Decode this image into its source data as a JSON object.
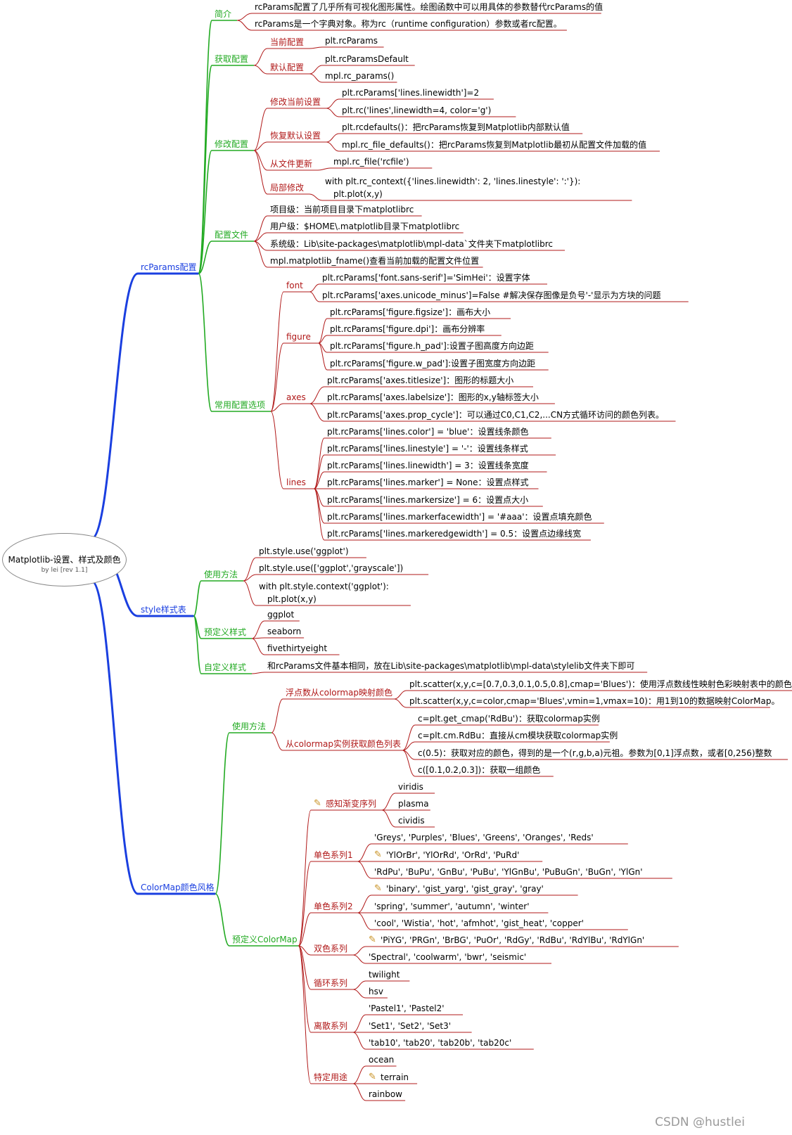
{
  "colors": {
    "blue": "#1a3fe0",
    "green": "#22aa22",
    "dred": "#b01818",
    "text": "#000000",
    "icon": "#c89020"
  },
  "root": {
    "title": "Matplotlib-设置、样式及颜色",
    "subtitle": "by lei [rev 1.1]"
  },
  "icons": {
    "pencil": "brush-pencil-icon"
  },
  "watermark": "CSDN @hustlei",
  "branches": [
    {
      "label": "rcParams配置",
      "children": [
        {
          "label": "简介",
          "children": [
            {
              "label": "rcParams配置了几乎所有可视化图形属性。绘图函数中可以用具体的参数替代rcParams的值"
            },
            {
              "label": "rcParams是一个字典对象。称为rc（runtime configuration）参数或者rc配置。"
            }
          ]
        },
        {
          "label": "获取配置",
          "children": [
            {
              "label": "当前配置",
              "children": [
                {
                  "label": "plt.rcParams"
                }
              ]
            },
            {
              "label": "默认配置",
              "children": [
                {
                  "label": "plt.rcParamsDefault"
                },
                {
                  "label": "mpl.rc_params()"
                }
              ]
            }
          ]
        },
        {
          "label": "修改配置",
          "children": [
            {
              "label": "修改当前设置",
              "children": [
                {
                  "label": "plt.rcParams['lines.linewidth']=2"
                },
                {
                  "label": "plt.rc('lines',linewidth=4, color='g')"
                }
              ]
            },
            {
              "label": "恢复默认设置",
              "children": [
                {
                  "label": "plt.rcdefaults()：把rcParams恢复到Matplotlib内部默认值"
                },
                {
                  "label": "mpl.rc_file_defaults()：把rcParams恢复到Matplotlib最初从配置文件加载的值"
                }
              ]
            },
            {
              "label": "从文件更新",
              "children": [
                {
                  "label": "mpl.rc_file('rcfile')"
                }
              ]
            },
            {
              "label": "局部修改",
              "children": [
                {
                  "label": "with plt.rc_context({'lines.linewidth': 2, 'lines.linestyle': ':'}):",
                  "label2": "plt.plot(x,y)"
                }
              ]
            }
          ]
        },
        {
          "label": "配置文件",
          "children": [
            {
              "label": "项目级：当前项目目录下matplotlibrc"
            },
            {
              "label": "用户级：$HOME\\.matplotlib目录下matplotlibrc"
            },
            {
              "label": "系统级：Lib\\site-packages\\matplotlib\\mpl-data`文件夹下matplotlibrc"
            },
            {
              "label": "mpl.matplotlib_fname()查看当前加载的配置文件位置"
            }
          ]
        },
        {
          "label": "常用配置选项",
          "children": [
            {
              "label": "font",
              "children": [
                {
                  "label": "plt.rcParams['font.sans-serif']='SimHei'：设置字体"
                },
                {
                  "label": "plt.rcParams['axes.unicode_minus']=False     #解决保存图像是负号'-'显示为方块的问题"
                }
              ]
            },
            {
              "label": "figure",
              "children": [
                {
                  "label": "plt.rcParams['figure.figsize']：画布大小"
                },
                {
                  "label": "plt.rcParams['figure.dpi']：画布分辨率"
                },
                {
                  "label": "plt.rcParams['figure.h_pad']:设置子图高度方向边距"
                },
                {
                  "label": "plt.rcParams['figure.w_pad']:设置子图宽度方向边距"
                }
              ]
            },
            {
              "label": "axes",
              "children": [
                {
                  "label": "plt.rcParams['axes.titlesize']：图形的标题大小"
                },
                {
                  "label": "plt.rcParams['axes.labelsize']：图形的x,y轴标签大小"
                },
                {
                  "label": "plt.rcParams['axes.prop_cycle']：可以通过C0,C1,C2,...CN方式循环访问的颜色列表。"
                }
              ]
            },
            {
              "label": "lines",
              "children": [
                {
                  "label": "plt.rcParams['lines.color'] = 'blue'：设置线条颜色"
                },
                {
                  "label": "plt.rcParams['lines.linestyle'] = '-'：设置线条样式"
                },
                {
                  "label": "plt.rcParams['lines.linewidth'] = 3：设置线条宽度"
                },
                {
                  "label": "plt.rcParams['lines.marker'] = None：设置点样式"
                },
                {
                  "label": "plt.rcParams['lines.markersize'] = 6：设置点大小"
                },
                {
                  "label": "plt.rcParams['lines.markerfacewidth'] = '#aaa'：设置点填充颜色"
                },
                {
                  "label": "plt.rcParams['lines.markeredgewidth'] = 0.5：设置点边缘线宽"
                }
              ]
            }
          ]
        }
      ]
    },
    {
      "label": "style样式表",
      "children": [
        {
          "label": "使用方法",
          "children": [
            {
              "label": "plt.style.use('ggplot')"
            },
            {
              "label": "plt.style.use(['ggplot','grayscale'])"
            },
            {
              "label": "with plt.style.context('ggplot'):",
              "label2": "plt.plot(x,y)"
            }
          ]
        },
        {
          "label": "预定义样式",
          "children": [
            {
              "label": "ggplot"
            },
            {
              "label": "seaborn"
            },
            {
              "label": "fivethirtyeight"
            }
          ]
        },
        {
          "label": "自定义样式",
          "children": [
            {
              "label": "和rcParams文件基本相同，放在Lib\\site-packages\\matplotlib\\mpl-data\\stylelib文件夹下即可"
            }
          ]
        }
      ]
    },
    {
      "label": "ColorMap颜色风格",
      "children": [
        {
          "label": "使用方法",
          "children": [
            {
              "label": "浮点数从colormap映射颜色",
              "children": [
                {
                  "label": "plt.scatter(x,y,c=[0.7,0.3,0.1,0.5,0.8],cmap='Blues')：使用浮点数线性映射色彩映射表中的颜色"
                },
                {
                  "label": "plt.scatter(x,y,c=color,cmap='Blues',vmin=1,vmax=10)：用1到10的数据映射ColorMap。"
                }
              ]
            },
            {
              "label": "从colormap实例获取颜色列表",
              "children": [
                {
                  "label": "c=plt.get_cmap('RdBu')：获取colormap实例"
                },
                {
                  "label": "c=plt.cm.RdBu：直接从cm模块获取colormap实例"
                },
                {
                  "label": "c(0.5)：获取对应的颜色，得到的是一个(r,g,b,a)元祖。参数为[0,1]浮点数，或者[0,256)整数"
                },
                {
                  "label": "c([0.1,0.2,0.3])：获取一组颜色"
                }
              ]
            }
          ]
        },
        {
          "label": "预定义ColorMap",
          "children": [
            {
              "label": "感知渐变序列",
              "children": [
                {
                  "label": "viridis"
                },
                {
                  "label": "plasma"
                },
                {
                  "label": "cividis"
                }
              ]
            },
            {
              "label": "单色系列1",
              "children": [
                {
                  "label": "'Greys', 'Purples', 'Blues', 'Greens', 'Oranges', 'Reds'"
                },
                {
                  "label": "'YlOrBr', 'YlOrRd', 'OrRd', 'PuRd'"
                },
                {
                  "label": "'RdPu', 'BuPu', 'GnBu', 'PuBu', 'YlGnBu', 'PuBuGn', 'BuGn', 'YlGn'"
                }
              ]
            },
            {
              "label": "单色系列2",
              "children": [
                {
                  "label": "'binary', 'gist_yarg', 'gist_gray', 'gray'"
                },
                {
                  "label": "'spring', 'summer', 'autumn', 'winter'"
                },
                {
                  "label": "'cool', 'Wistia', 'hot', 'afmhot', 'gist_heat', 'copper'"
                }
              ]
            },
            {
              "label": "双色系列",
              "children": [
                {
                  "label": "'PiYG', 'PRGn', 'BrBG', 'PuOr', 'RdGy', 'RdBu', 'RdYlBu', 'RdYlGn'"
                },
                {
                  "label": "'Spectral', 'coolwarm', 'bwr', 'seismic'"
                }
              ]
            },
            {
              "label": "循环系列",
              "children": [
                {
                  "label": "twilight"
                },
                {
                  "label": "hsv"
                }
              ]
            },
            {
              "label": "离散系列",
              "children": [
                {
                  "label": "'Pastel1', 'Pastel2'"
                },
                {
                  "label": "'Set1', 'Set2', 'Set3'"
                },
                {
                  "label": "'tab10', 'tab20', 'tab20b', 'tab20c'"
                }
              ]
            },
            {
              "label": "特定用途",
              "children": [
                {
                  "label": "ocean"
                },
                {
                  "label": "terrain"
                },
                {
                  "label": "rainbow"
                }
              ]
            }
          ]
        }
      ]
    }
  ]
}
